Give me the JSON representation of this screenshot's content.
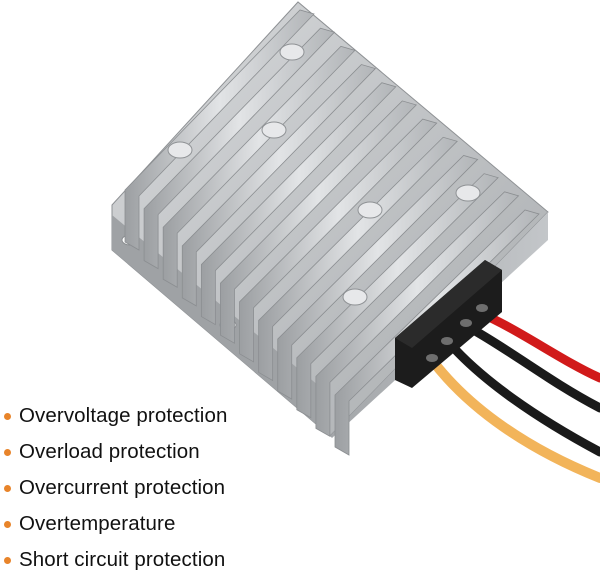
{
  "colors": {
    "bullet": "#e8842a",
    "text": "#111111",
    "housing": "#b9bcbf",
    "wire_red": "#d11a1a",
    "wire_black": "#1a1a1a",
    "wire_yellow": "#f2b45a"
  },
  "features": [
    "Overvoltage protection",
    "Overload protection",
    "Overcurrent protection",
    "Overtemperature",
    "Short circuit protection"
  ]
}
